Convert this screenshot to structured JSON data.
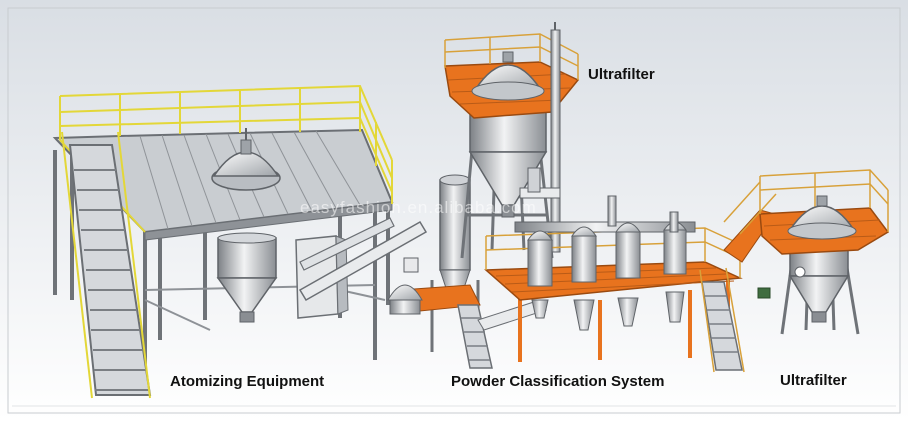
{
  "labels": {
    "ultrafilter_top": "Ultrafilter",
    "atomizing": "Atomizing Equipment",
    "powder_classification": "Powder Classification System",
    "ultrafilter_right": "Ultrafilter"
  },
  "watermark": "easyfashion.en.alibaba.com",
  "colors": {
    "background_top": "#d9dee4",
    "background_bottom": "#ffffff",
    "steel": "#8c8f93",
    "steel_light": "#d4d7db",
    "railing": "#e8de3a",
    "orange_deck": "#e8731e"
  }
}
